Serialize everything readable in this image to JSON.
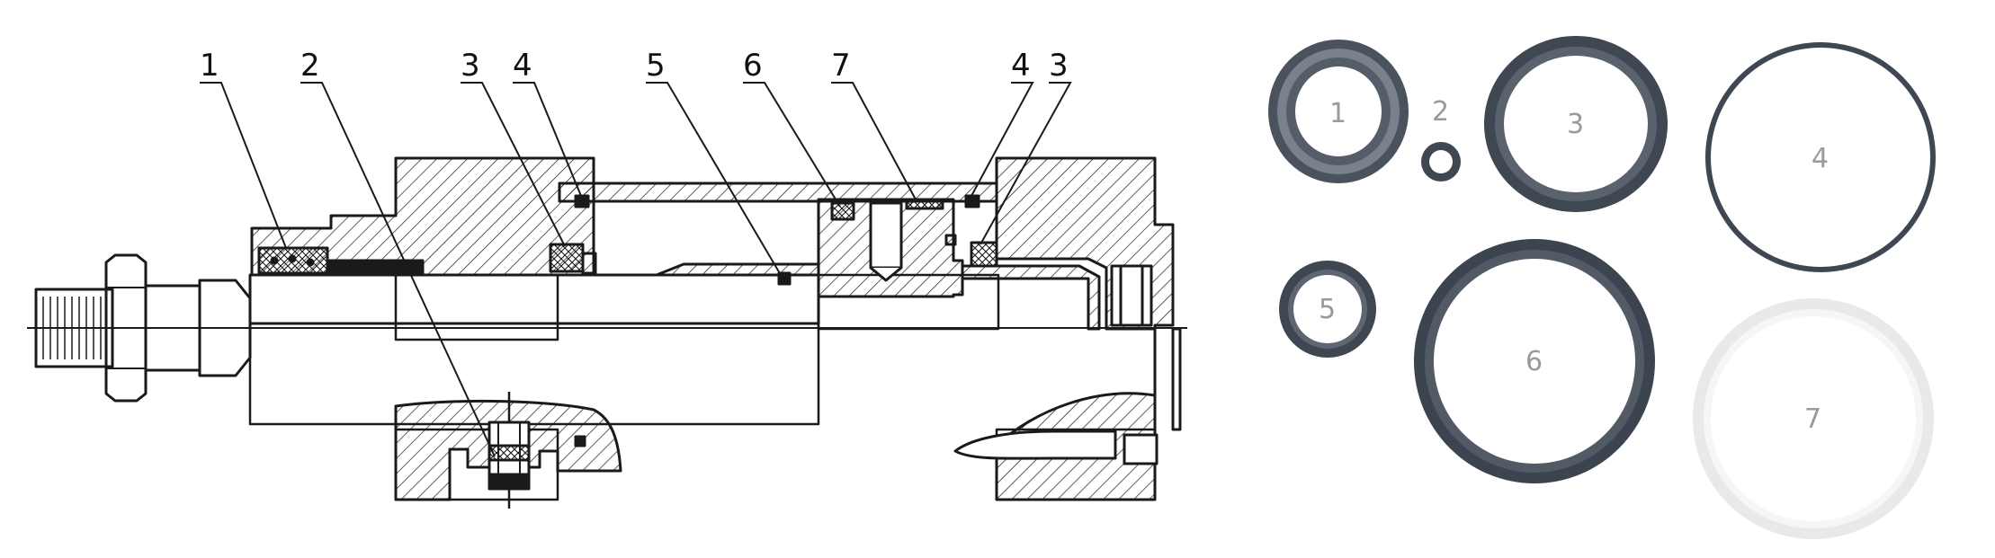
{
  "colors": {
    "line": "#1a1a1a",
    "seal_dark": "#3f4752",
    "seal_mid": "#545c68",
    "seal_light": "#8e949c",
    "seal_white": "#eeeeee",
    "label_gray": "#9a9a9a"
  },
  "diagram": {
    "callouts": [
      "1",
      "2",
      "3",
      "4",
      "5",
      "6",
      "7",
      "4",
      "3"
    ]
  },
  "seals": [
    {
      "label": "1"
    },
    {
      "label": "2"
    },
    {
      "label": "3"
    },
    {
      "label": "4"
    },
    {
      "label": "5"
    },
    {
      "label": "6"
    },
    {
      "label": "7"
    }
  ]
}
